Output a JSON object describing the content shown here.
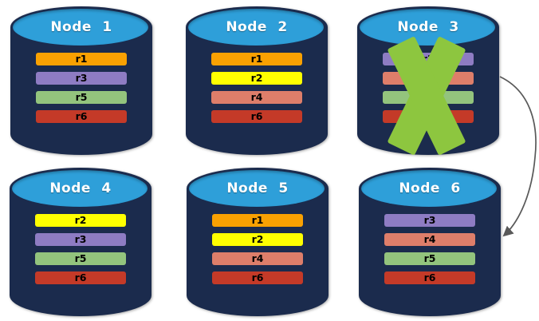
{
  "colors": {
    "cylinder_body": "#1B2B4D",
    "cylinder_top": "#2E9FD9",
    "node_title_text": "#FFFFFF",
    "replica_text": "#000000",
    "failure_x": "#8DC63F",
    "arrow": "#595959"
  },
  "replica_palette": {
    "r1": "#F9A102",
    "r2": "#FFFF00",
    "r3": "#8E7CC3",
    "r4": "#DE7E6A",
    "r5": "#93C47D",
    "r6": "#C43A28"
  },
  "nodes": [
    {
      "label": "Node 1",
      "status": "active",
      "replicas": [
        {
          "name": "r1",
          "color": "#F9A102"
        },
        {
          "name": "r3",
          "color": "#8E7CC3"
        },
        {
          "name": "r5",
          "color": "#93C47D"
        },
        {
          "name": "r6",
          "color": "#C43A28"
        }
      ]
    },
    {
      "label": "Node 2",
      "status": "active",
      "replicas": [
        {
          "name": "r1",
          "color": "#F9A102"
        },
        {
          "name": "r2",
          "color": "#FFFF00"
        },
        {
          "name": "r4",
          "color": "#DE7E6A"
        },
        {
          "name": "r6",
          "color": "#C43A28"
        }
      ]
    },
    {
      "label": "Node 3",
      "status": "failed",
      "replicas": [
        {
          "name": "r3",
          "color": "#8E7CC3"
        },
        {
          "name": "r4",
          "color": "#DE7E6A"
        },
        {
          "name": "r5",
          "color": "#93C47D"
        },
        {
          "name": "r6",
          "color": "#C43A28"
        }
      ]
    },
    {
      "label": "Node 4",
      "status": "active",
      "replicas": [
        {
          "name": "r2",
          "color": "#FFFF00"
        },
        {
          "name": "r3",
          "color": "#8E7CC3"
        },
        {
          "name": "r5",
          "color": "#93C47D"
        },
        {
          "name": "r6",
          "color": "#C43A28"
        }
      ]
    },
    {
      "label": "Node 5",
      "status": "active",
      "replicas": [
        {
          "name": "r1",
          "color": "#F9A102"
        },
        {
          "name": "r2",
          "color": "#FFFF00"
        },
        {
          "name": "r4",
          "color": "#DE7E6A"
        },
        {
          "name": "r6",
          "color": "#C43A28"
        }
      ]
    },
    {
      "label": "Node 6",
      "status": "active",
      "replicas": [
        {
          "name": "r3",
          "color": "#8E7CC3"
        },
        {
          "name": "r4",
          "color": "#DE7E6A"
        },
        {
          "name": "r5",
          "color": "#93C47D"
        },
        {
          "name": "r6",
          "color": "#C43A28"
        }
      ]
    }
  ],
  "failure_mark": {
    "node": "Node 3",
    "color": "#8DC63F"
  },
  "arrow": {
    "from": "Node 3",
    "to": "Node 6",
    "color": "#595959"
  }
}
